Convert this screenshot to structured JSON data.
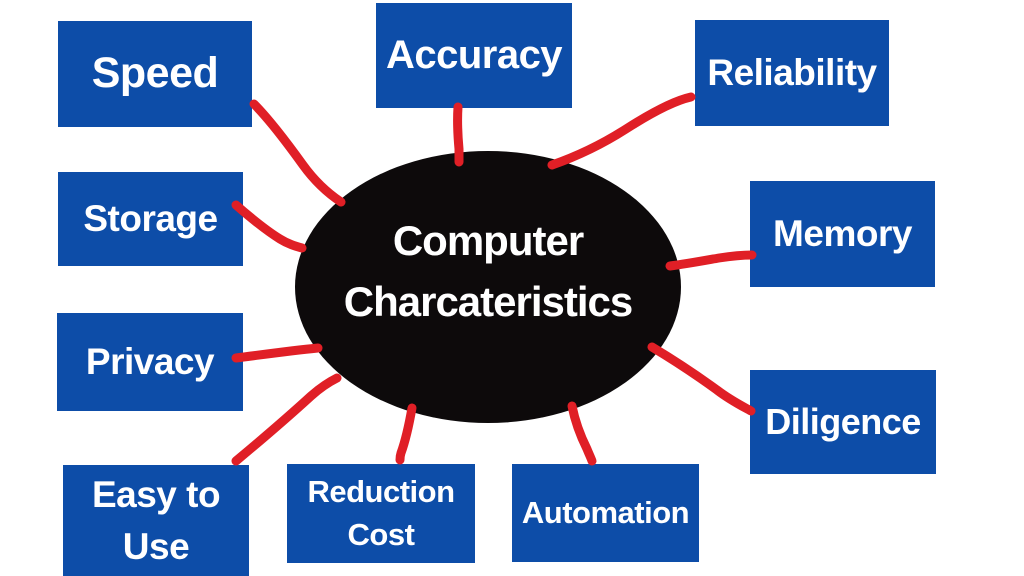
{
  "diagram": {
    "center": {
      "line1": "Computer",
      "line2": "Charcateristics"
    },
    "nodes": [
      {
        "label": "Speed"
      },
      {
        "label": "Accuracy"
      },
      {
        "label": "Reliability"
      },
      {
        "label": "Storage"
      },
      {
        "label": "Memory"
      },
      {
        "label": "Privacy"
      },
      {
        "label": "Diligence"
      },
      {
        "label": "Easy to Use"
      },
      {
        "label": "Reduction Cost"
      },
      {
        "label": "Automation"
      }
    ],
    "colors": {
      "node_blue": "#0d4da8",
      "connector_red": "#e01f26",
      "center_black": "#0d0a0b",
      "label_white": "#ffffff",
      "background": "#ffffff"
    }
  }
}
